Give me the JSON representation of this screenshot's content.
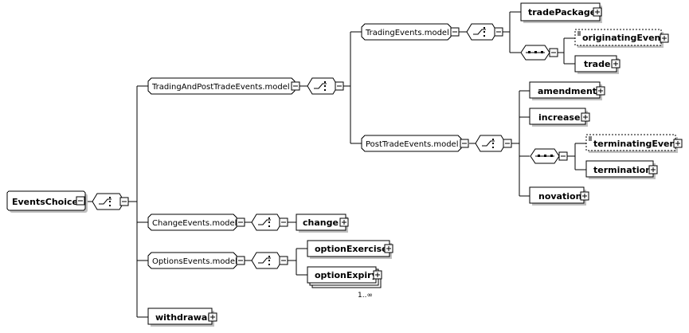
{
  "root": {
    "label": "EventsChoice"
  },
  "groups": {
    "trading_and_post": "TradingAndPostTradeEvents.model",
    "trading": "TradingEvents.model",
    "post_trade": "PostTradeEvents.model",
    "change": "ChangeEvents.model",
    "options": "OptionsEvents.model"
  },
  "elements": {
    "trade_package": "tradePackage",
    "originating_event": "originatingEvent",
    "trade": "trade",
    "amendment": "amendment",
    "increase": "increase",
    "terminating_event": "terminatingEvent",
    "termination": "termination",
    "novation": "novation",
    "change": "change",
    "option_exercise": "optionExercise",
    "option_expiry": "optionExpiry",
    "withdrawal": "withdrawal"
  },
  "cardinality": {
    "option_expiry": "1..∞"
  },
  "icons": {
    "choice": "choice-compositor-icon",
    "sequence": "sequence-compositor-icon",
    "collapse": "collapse-icon",
    "expand": "expand-icon",
    "abstract_marker": "abstract-element-icon"
  }
}
